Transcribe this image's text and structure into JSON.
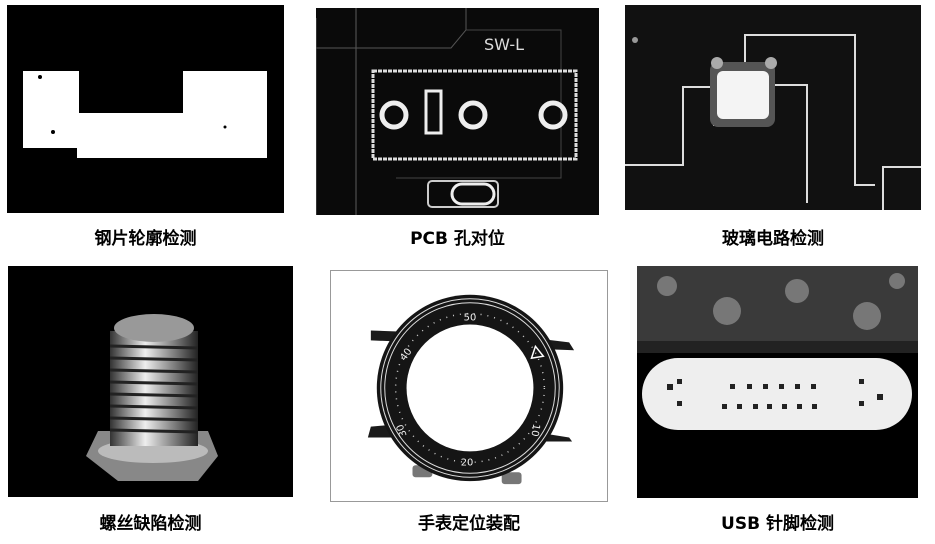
{
  "panels": [
    {
      "caption": "钢片轮廓检测"
    },
    {
      "caption": "PCB 孔对位",
      "image_text": "SW-L"
    },
    {
      "caption": "玻璃电路检测"
    },
    {
      "caption": "螺丝缺陷检测"
    },
    {
      "caption": "手表定位装配",
      "image_text": [
        "50",
        "40",
        "30",
        "20",
        "10"
      ]
    },
    {
      "caption": "USB 针脚检测"
    }
  ]
}
